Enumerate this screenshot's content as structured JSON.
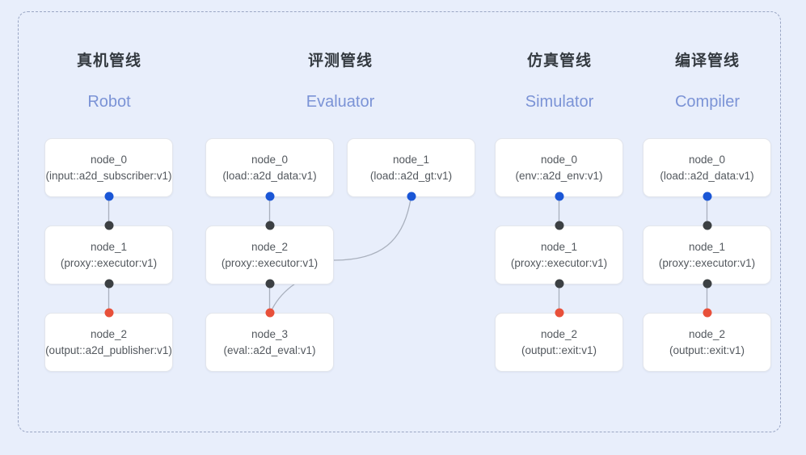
{
  "diagram": {
    "background_color": "#e8eefb",
    "frame": {
      "style": "dashed",
      "color": "#9aa6c4"
    },
    "port_colors": {
      "input_blue": "#1a56d6",
      "relay_dark": "#3c4043",
      "output_red": "#e8503a"
    },
    "columns": [
      {
        "title": "真机管线",
        "subtitle": "Robot",
        "nodes": [
          {
            "name": "node_0",
            "spec": "(input::a2d_subscriber:v1)"
          },
          {
            "name": "node_1",
            "spec": "(proxy::executor:v1)"
          },
          {
            "name": "node_2",
            "spec": "(output::a2d_publisher:v1)"
          }
        ]
      },
      {
        "title": "评测管线",
        "subtitle": "Evaluator",
        "nodes": [
          {
            "name": "node_0",
            "spec": "(load::a2d_data:v1)"
          },
          {
            "name": "node_1",
            "spec": "(load::a2d_gt:v1)"
          },
          {
            "name": "node_2",
            "spec": "(proxy::executor:v1)"
          },
          {
            "name": "node_3",
            "spec": "(eval::a2d_eval:v1)"
          }
        ]
      },
      {
        "title": "仿真管线",
        "subtitle": "Simulator",
        "nodes": [
          {
            "name": "node_0",
            "spec": "(env::a2d_env:v1)"
          },
          {
            "name": "node_1",
            "spec": "(proxy::executor:v1)"
          },
          {
            "name": "node_2",
            "spec": "(output::exit:v1)"
          }
        ]
      },
      {
        "title": "编译管线",
        "subtitle": "Compiler",
        "nodes": [
          {
            "name": "node_0",
            "spec": "(load::a2d_data:v1)"
          },
          {
            "name": "node_1",
            "spec": "(proxy::executor:v1)"
          },
          {
            "name": "node_2",
            "spec": "(output::exit:v1)"
          }
        ]
      }
    ]
  }
}
